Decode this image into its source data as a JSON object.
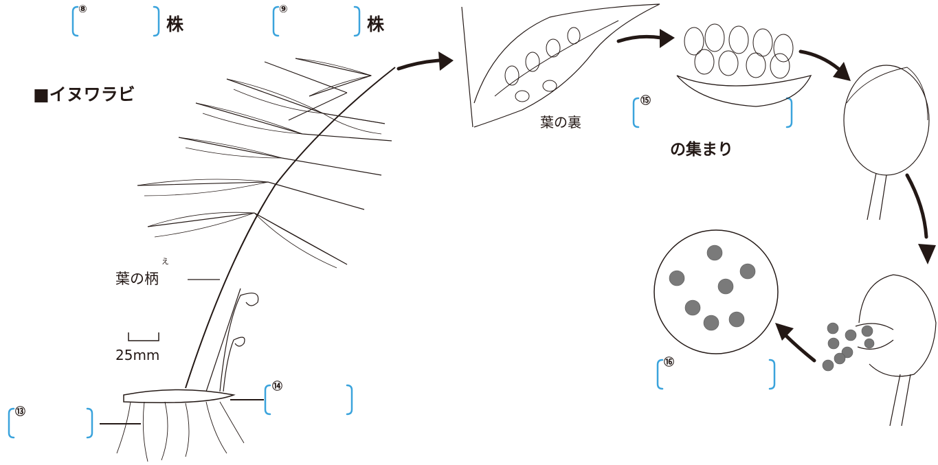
{
  "title": "■イヌワラビ",
  "kabu_label_1": "株",
  "kabu_label_2": "株",
  "labels": {
    "petiole": "葉の柄",
    "petiole_ruby": "え",
    "leaf_back": "葉の裏",
    "collection": "の集まり",
    "scale": "25mm"
  },
  "blanks": {
    "b8": "⑧",
    "b9": "⑨",
    "b13": "⑬",
    "b14": "⑭",
    "b15": "⑮",
    "b16": "⑯"
  },
  "colors": {
    "bracket": "#3aa3dc",
    "ink": "#231815",
    "spore": "#777777"
  }
}
